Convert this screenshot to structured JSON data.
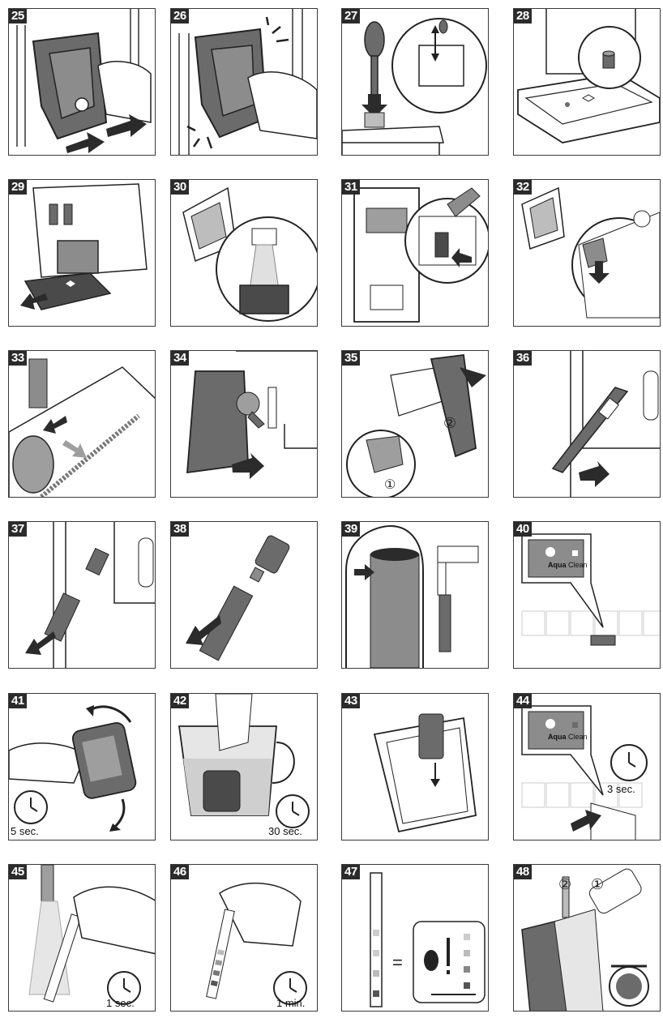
{
  "steps": [
    {
      "num": "25"
    },
    {
      "num": "26"
    },
    {
      "num": "27"
    },
    {
      "num": "28"
    },
    {
      "num": "29"
    },
    {
      "num": "30"
    },
    {
      "num": "31"
    },
    {
      "num": "32"
    },
    {
      "num": "33"
    },
    {
      "num": "34"
    },
    {
      "num": "35"
    },
    {
      "num": "36"
    },
    {
      "num": "37"
    },
    {
      "num": "38"
    },
    {
      "num": "39"
    },
    {
      "num": "40"
    },
    {
      "num": "41"
    },
    {
      "num": "42"
    },
    {
      "num": "43"
    },
    {
      "num": "44"
    },
    {
      "num": "45"
    },
    {
      "num": "46"
    },
    {
      "num": "47"
    },
    {
      "num": "48"
    }
  ],
  "labels": {
    "aqua_bold": "Aqua",
    "aqua_light": "Clean",
    "timer_41": "5 sec.",
    "timer_42": "30 sec.",
    "timer_44": "3 sec.",
    "timer_45": "1 sec.",
    "timer_46": "1 min.",
    "circ_1": "①",
    "circ_2": "②",
    "equals": "="
  }
}
